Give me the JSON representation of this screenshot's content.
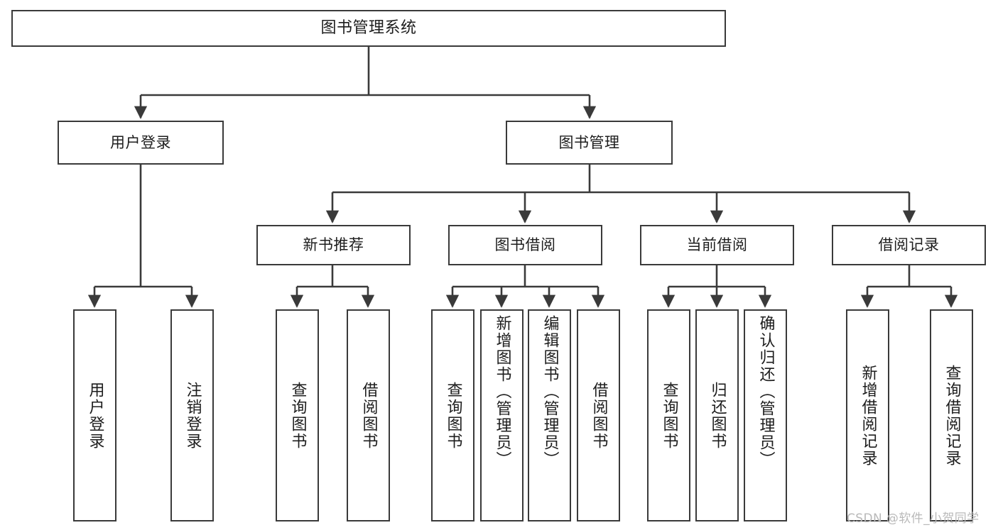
{
  "diagram": {
    "title": "图书管理系统",
    "type": "tree-hierarchy-diagram",
    "watermark": "CSDN @软件_小贺同学",
    "colors": {
      "background": "#ffffff",
      "box_border": "#3a3a3a",
      "box_fill": "#ffffff",
      "text": "#1d1d1d",
      "edge": "#3a3a3a",
      "watermark": "#b9b9b9"
    },
    "nodes": {
      "root": {
        "label": "图书管理系统"
      },
      "level1": [
        {
          "label": "用户登录"
        },
        {
          "label": "图书管理"
        }
      ],
      "level2": [
        {
          "label": "新书推荐"
        },
        {
          "label": "图书借阅"
        },
        {
          "label": "当前借阅"
        },
        {
          "label": "借阅记录"
        }
      ],
      "leaves": {
        "user_login": [
          {
            "label": "用户登录"
          },
          {
            "label": "注销登录"
          }
        ],
        "new_book_recommend": [
          {
            "label": "查询图书"
          },
          {
            "label": "借阅图书"
          }
        ],
        "book_borrow": [
          {
            "label": "查询图书"
          },
          {
            "label": "新增图书（管理员）"
          },
          {
            "label": "编辑图书（管理员）"
          },
          {
            "label": "借阅图书"
          }
        ],
        "current_borrow": [
          {
            "label": "查询图书"
          },
          {
            "label": "归还图书"
          },
          {
            "label": "确认归还（管理员）"
          }
        ],
        "borrow_record": [
          {
            "label": "新增借阅记录"
          },
          {
            "label": "查询借阅记录"
          }
        ]
      }
    }
  }
}
